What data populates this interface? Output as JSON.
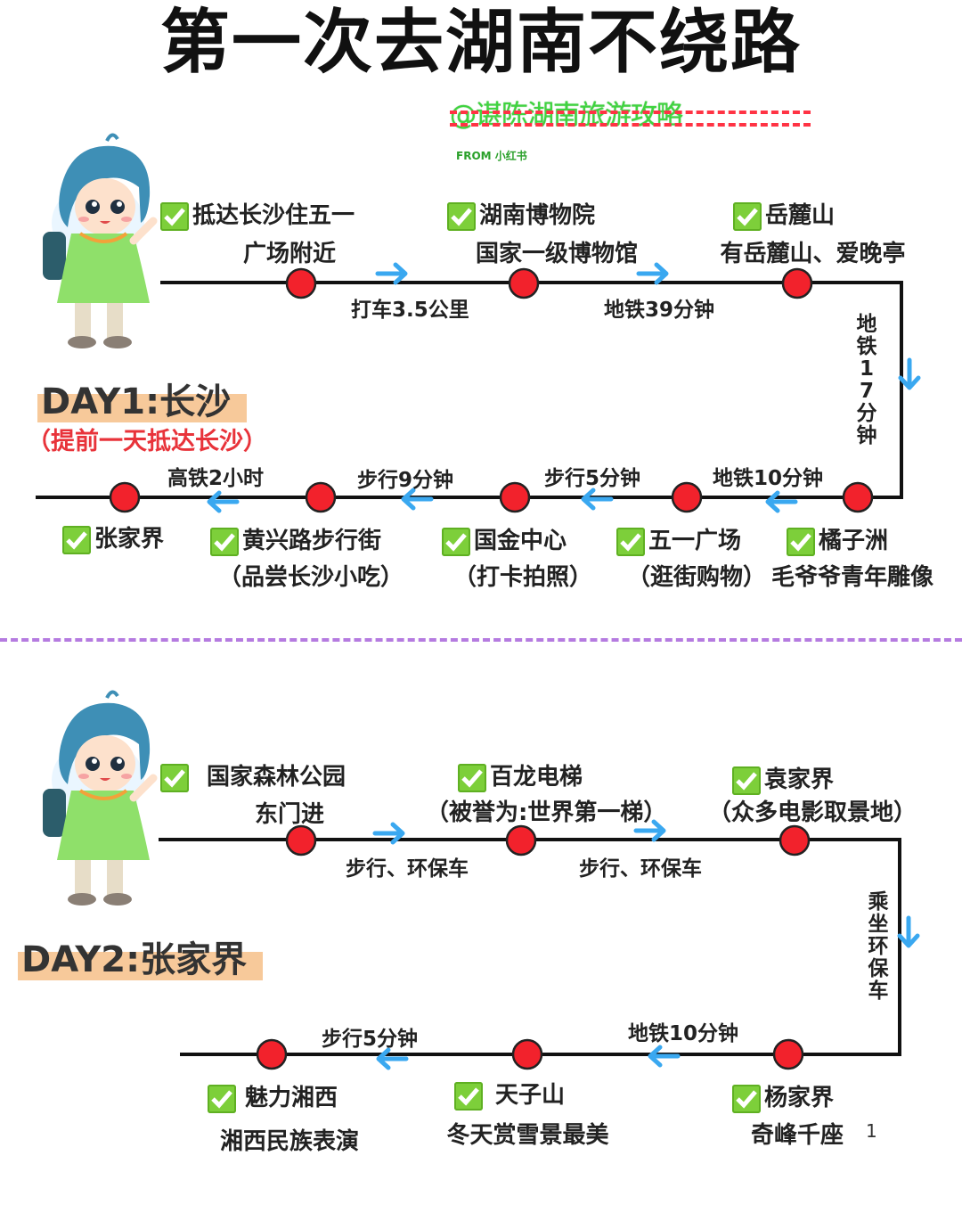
{
  "title": "第一次去湖南不绕路",
  "handle": "@谌陈湖南旅游攻略",
  "from_tag": "FROM 小红书",
  "page_number": "1",
  "colors": {
    "node": "#f2222c",
    "arrow": "#3aa8f0",
    "check": "#7dcf3a",
    "divider": "#b57be0",
    "note": "#e8333a",
    "day_highlight": "#f7c99a"
  },
  "day1": {
    "label": "DAY1:长沙",
    "note": "（提前一天抵达长沙）",
    "stops": [
      {
        "name": "抵达长沙住五一",
        "sub": "广场附近"
      },
      {
        "name": "湖南博物院",
        "sub": "国家一级博物馆"
      },
      {
        "name": "岳麓山",
        "sub": "有岳麓山、爱晚亭"
      },
      {
        "name": "橘子洲",
        "sub": "毛爷爷青年雕像"
      },
      {
        "name": "五一广场",
        "sub": "（逛街购物）"
      },
      {
        "name": "国金中心",
        "sub": "（打卡拍照）"
      },
      {
        "name": "黄兴路步行街",
        "sub": "（品尝长沙小吃）"
      },
      {
        "name": "张家界",
        "sub": ""
      }
    ],
    "edges": [
      "打车3.5公里",
      "地铁39分钟",
      "地铁17分钟",
      "地铁10分钟",
      "步行5分钟",
      "步行9分钟",
      "高铁2小时"
    ]
  },
  "day2": {
    "label": "DAY2:张家界",
    "stops": [
      {
        "name": "国家森林公园",
        "sub": "东门进"
      },
      {
        "name": "百龙电梯",
        "sub": "（被誉为:世界第一梯）"
      },
      {
        "name": "袁家界",
        "sub": "（众多电影取景地）"
      },
      {
        "name": "杨家界",
        "sub": "奇峰千座"
      },
      {
        "name": "天子山",
        "sub": "冬天赏雪景最美"
      },
      {
        "name": "魅力湘西",
        "sub": "湘西民族表演"
      }
    ],
    "edges": [
      "步行、环保车",
      "步行、环保车",
      "乘坐环保车",
      "地铁10分钟",
      "步行5分钟"
    ]
  }
}
